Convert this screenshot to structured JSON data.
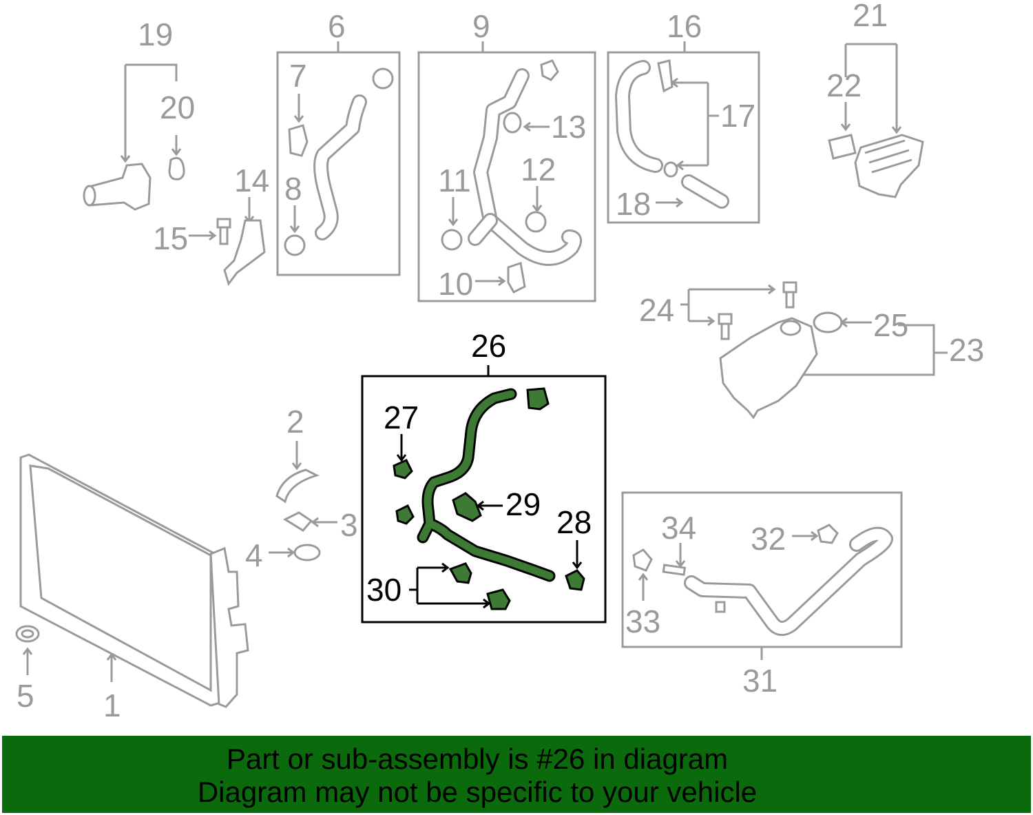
{
  "diagram": {
    "callouts": [
      "1",
      "2",
      "3",
      "4",
      "5",
      "6",
      "7",
      "8",
      "9",
      "10",
      "11",
      "12",
      "13",
      "14",
      "15",
      "16",
      "17",
      "18",
      "19",
      "20",
      "21",
      "22",
      "23",
      "24",
      "25",
      "26",
      "27",
      "28",
      "29",
      "30",
      "31",
      "32",
      "33",
      "34"
    ],
    "highlighted_part": "26",
    "colors": {
      "highlight": "#3d7a33",
      "inactive": "#9a9a9a",
      "banner": "#0b6a0b"
    }
  },
  "banner": {
    "line1": "Part or sub-assembly is #26 in diagram",
    "line2": "Diagram may not be specific to your vehicle"
  }
}
